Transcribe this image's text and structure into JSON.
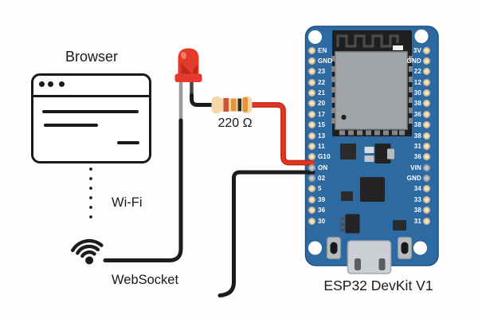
{
  "labels": {
    "browser": "Browser",
    "wifi": "Wi-Fi",
    "websocket": "WebSocket",
    "resistor_value": "220 Ω",
    "board_name": "ESP32 DevKit V1"
  },
  "board": {
    "left_pins": [
      "EN",
      "GND",
      "23",
      "22",
      "21",
      "20",
      "17",
      "15",
      "13",
      "11",
      "G10",
      "ON",
      "02",
      "5",
      "39",
      "36",
      "30"
    ],
    "right_pins": [
      "3V",
      "GND",
      "22",
      "12",
      "30",
      "38",
      "36",
      "38",
      "38",
      "31",
      "36",
      "VIN",
      "GND",
      "34",
      "33",
      "38",
      "31"
    ],
    "gray_pin_indices": [
      11,
      12
    ]
  },
  "wires": [
    {
      "name": "led-leg-to-resistor",
      "color": "black"
    },
    {
      "name": "resistor-to-board-pin-g10",
      "color": "red"
    },
    {
      "name": "led-leg-to-wifi-signal",
      "color": "black"
    },
    {
      "name": "board-pin-on-lead",
      "color": "black"
    }
  ],
  "colors": {
    "text": "#1a1a1a",
    "wire_black": "#1c1c1c",
    "wire_red": "#e23524",
    "wire_red_edge": "#b8260f",
    "board_blue": "#2e6aa2",
    "board_edge": "#1d507f",
    "module_black": "#1f1f1f",
    "shield_gray": "#a2a5a8",
    "pin_tan": "#d6bd92",
    "pin_tan_inner": "#f0e6cf",
    "pin_gray": "#9aa0a6",
    "pin_gray_inner": "#c3c8cc",
    "led_red": "#e43a2b",
    "led_dark_red": "#c02a19",
    "led_highlight": "#f07e6e",
    "led_leg_gray": "#9b9b9b",
    "led_leg_dark": "#474747",
    "resistor_body": "#f3d8a8",
    "band_1": "#cd5336",
    "band_2": "#e6923c",
    "band_3": "#332f2b",
    "band_4": "#e6923c"
  }
}
